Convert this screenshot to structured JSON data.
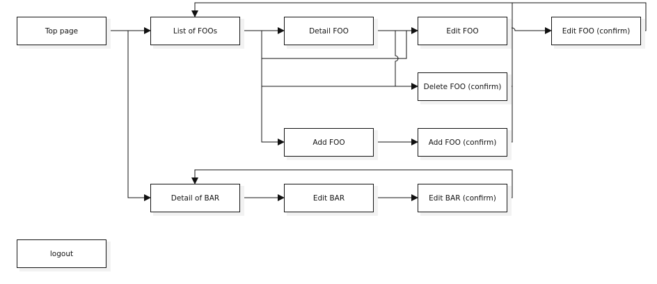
{
  "diagram": {
    "nodes": [
      {
        "id": "top",
        "label": "Top page"
      },
      {
        "id": "list",
        "label": "List of FOOs"
      },
      {
        "id": "detail",
        "label": "Detail FOO"
      },
      {
        "id": "edit",
        "label": "Edit FOO"
      },
      {
        "id": "editc",
        "label": "Edit FOO (confirm)"
      },
      {
        "id": "delc",
        "label": "Delete FOO (confirm)"
      },
      {
        "id": "add",
        "label": "Add FOO"
      },
      {
        "id": "addc",
        "label": "Add FOO (confirm)"
      },
      {
        "id": "bar",
        "label": "Detail of BAR"
      },
      {
        "id": "editbar",
        "label": "Edit BAR"
      },
      {
        "id": "editbarc",
        "label": "Edit BAR (confirm)"
      },
      {
        "id": "logout",
        "label": "logout"
      }
    ],
    "edges": [
      {
        "from": "top",
        "to": "list"
      },
      {
        "from": "top",
        "to": "bar"
      },
      {
        "from": "list",
        "to": "detail"
      },
      {
        "from": "list",
        "to": "edit"
      },
      {
        "from": "list",
        "to": "delc"
      },
      {
        "from": "list",
        "to": "add"
      },
      {
        "from": "detail",
        "to": "edit"
      },
      {
        "from": "detail",
        "to": "delc"
      },
      {
        "from": "edit",
        "to": "editc"
      },
      {
        "from": "editc",
        "to": "list"
      },
      {
        "from": "delc",
        "to": "list"
      },
      {
        "from": "add",
        "to": "addc"
      },
      {
        "from": "addc",
        "to": "list"
      },
      {
        "from": "bar",
        "to": "editbar"
      },
      {
        "from": "editbar",
        "to": "editbarc"
      },
      {
        "from": "editbarc",
        "to": "bar"
      }
    ]
  }
}
